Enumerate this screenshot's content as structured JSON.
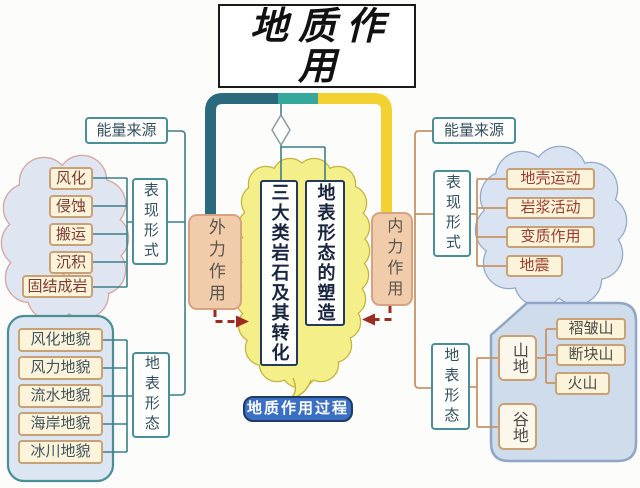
{
  "title": "地质作用",
  "caption": "地质作用过程",
  "center": {
    "rock_box": "三大类岩石及其转化",
    "surface_box": "地表形态的塑造"
  },
  "left": {
    "node": "外力作用",
    "energy": "能量来源",
    "forms": {
      "label": "表现形式",
      "items": [
        "风化",
        "侵蚀",
        "搬运",
        "沉积",
        "固结成岩"
      ]
    },
    "landforms": {
      "label": "地表形态",
      "items": [
        "风化地貌",
        "风力地貌",
        "流水地貌",
        "海岸地貌",
        "冰川地貌"
      ]
    }
  },
  "right": {
    "node": "内力作用",
    "energy": "能量来源",
    "forms": {
      "label": "表现形式",
      "items": [
        "地壳运动",
        "岩浆活动",
        "变质作用",
        "地震"
      ]
    },
    "landforms": {
      "label": "地表形态",
      "mountain": {
        "label": "山地",
        "children": [
          "褶皱山",
          "断块山",
          "火山"
        ]
      },
      "valley": "谷地"
    }
  },
  "colors": {
    "bar_dark_teal": "#2b6a7c",
    "bar_teal": "#35a79b",
    "bar_yellow": "#f2d230",
    "connector_teal": "#3d7f8a",
    "connector_tan": "#c79467",
    "arrow_red": "#9c2c22",
    "caption_blue": "#3a6fc4",
    "center_cloud_fill": "#f5ef8a",
    "left_cloud_fill": "#e0e5f2",
    "right_cloud_fill": "#d9e3f1",
    "panel_fill": "#cfdcec",
    "force_node_fill": "#f1ccab",
    "item_fill": "#fcf4da"
  }
}
